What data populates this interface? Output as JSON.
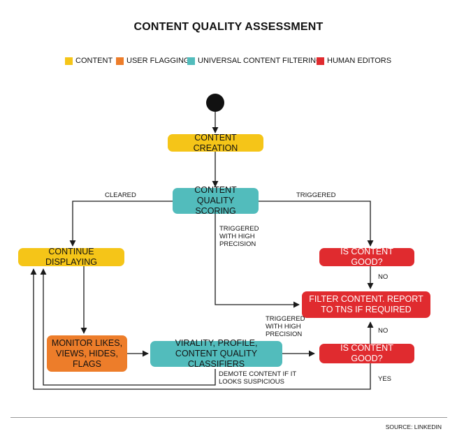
{
  "title": "CONTENT QUALITY ASSESSMENT",
  "legend": [
    {
      "label": "CONTENT",
      "color": "#f5c518"
    },
    {
      "label": "USER FLAGGING",
      "color": "#ed7d2a"
    },
    {
      "label": "UNIVERSAL CONTENT FILTERING",
      "color": "#52bcbc"
    },
    {
      "label": "HUMAN EDITORS",
      "color": "#e02b2f"
    }
  ],
  "nodes": {
    "content_creation": "CONTENT CREATION",
    "content_quality_scoring": "CONTENT QUALITY SCORING",
    "continue_displaying": "CONTINUE DISPLAYING",
    "is_content_good_top": "IS CONTENT GOOD?",
    "filter_content": "FILTER CONTENT. REPORT TO TNS IF REQUIRED",
    "monitor": "MONITOR LIKES, VIEWS, HIDES, FLAGS",
    "virality": "VIRALITY, PROFILE, CONTENT QUALITY CLASSIFIERS",
    "is_content_good_bottom": "IS CONTENT GOOD?"
  },
  "edge_labels": {
    "cleared": "CLEARED",
    "triggered": "TRIGGERED",
    "triggered_high_precision_1": "TRIGGERED WITH HIGH PRECISION",
    "no_1": "NO",
    "triggered_high_precision_2": "TRIGGERED WITH HIGH PRECISION",
    "no_2": "NO",
    "demote": "DEMOTE CONTENT IF IT LOOKS SUSPICIOUS",
    "yes": "YES"
  },
  "source": "SOURCE: LINKEDIN"
}
